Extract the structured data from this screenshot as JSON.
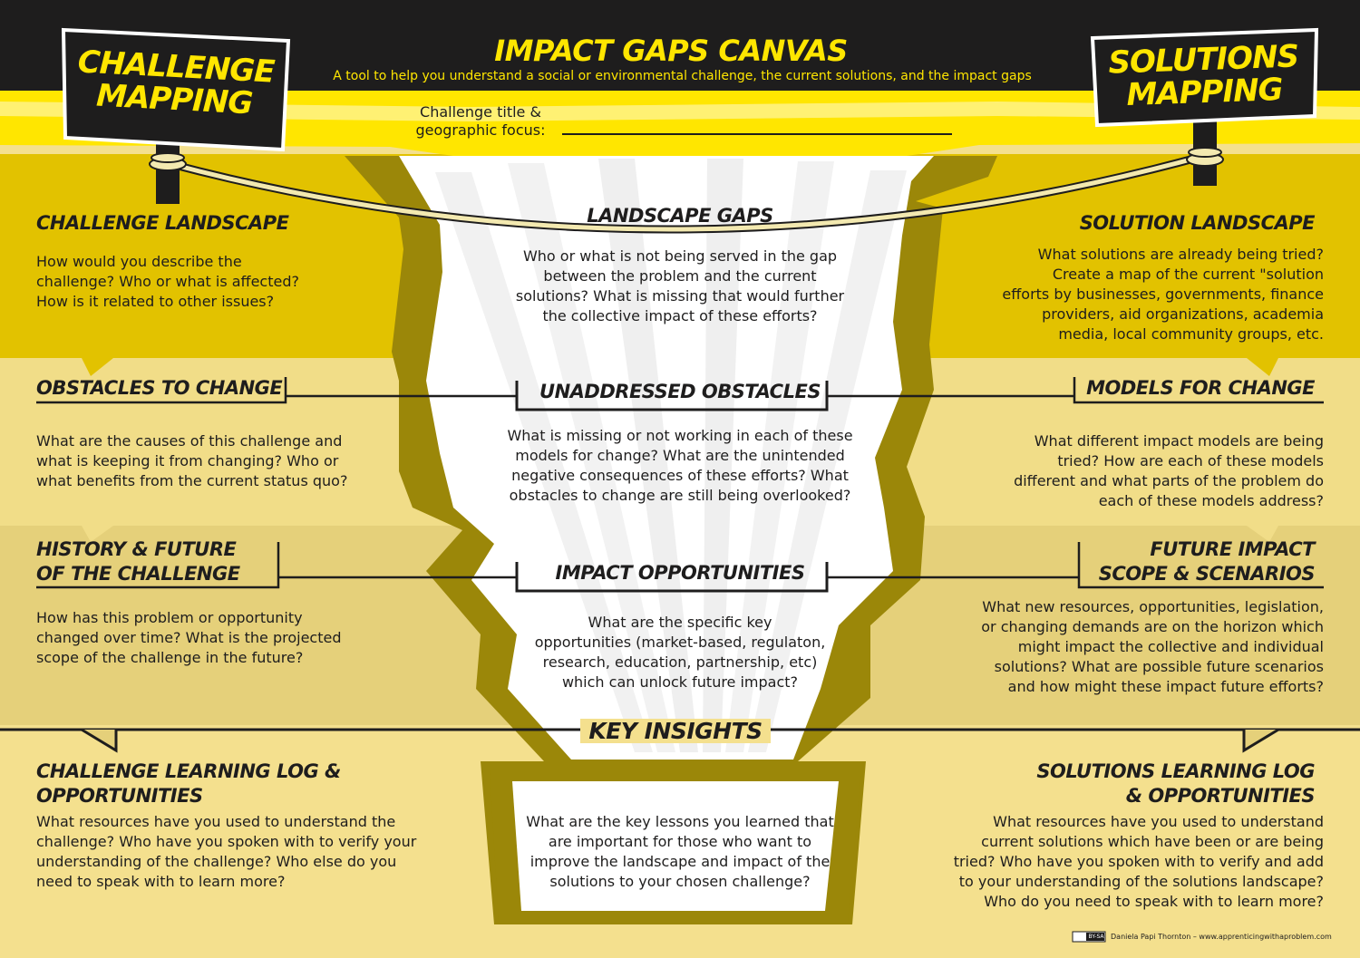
{
  "header": {
    "title": "IMPACT GAPS  CANVAS",
    "subtitle": "A tool to help you understand a social or environmental challenge, the current solutions, and the impact gaps",
    "field_label_line1": "Challenge title &",
    "field_label_line2": "geographic focus:"
  },
  "signs": {
    "left": {
      "line1": "CHALLENGE",
      "line2": "MAPPING"
    },
    "right": {
      "line1": "SOLUTIONS",
      "line2": "MAPPING"
    }
  },
  "left_sections": [
    {
      "title": "CHALLENGE LANDSCAPE",
      "lines": [
        "How would you describe the",
        "challenge? Who or what is affected?",
        "How is it related to other issues?"
      ]
    },
    {
      "title": "OBSTACLES TO CHANGE",
      "lines": [
        "What are the causes of this challenge and",
        "what is keeping it from changing? Who or",
        "what benefits from the current status quo?"
      ]
    },
    {
      "title_lines": [
        "HISTORY & FUTURE",
        "OF THE CHALLENGE"
      ],
      "lines": [
        "How has this problem or opportunity",
        "changed over time? What is the projected",
        "scope of the challenge in the future?"
      ]
    },
    {
      "title_lines": [
        "CHALLENGE LEARNING LOG &",
        "OPPORTUNITIES"
      ],
      "lines": [
        "What resources have you used to understand the",
        "challenge? Who have you spoken with to verify your",
        "understanding of the challenge? Who else do you",
        "need to speak with to learn more?"
      ]
    }
  ],
  "center_sections": [
    {
      "title": "LANDSCAPE GAPS",
      "lines": [
        "Who or what is not being served in the gap",
        "between the problem and the current",
        "solutions? What is missing that would further",
        "the collective impact of these efforts?"
      ]
    },
    {
      "title": "UNADDRESSED OBSTACLES",
      "lines": [
        "What is missing or not working in each of these",
        "models for change? What are the unintended",
        "negative consequences of these efforts? What",
        "obstacles to change are still being overlooked?"
      ]
    },
    {
      "title": "IMPACT OPPORTUNITIES",
      "lines": [
        "What are the specific key",
        "opportunities (market-based, regulaton,",
        "research, education, partnership, etc)",
        "which can unlock future impact?"
      ]
    },
    {
      "title": "KEY INSIGHTS",
      "lines": [
        "What are the key lessons you learned that",
        "are important for those who want to",
        "improve the landscape and impact of the",
        "solutions to your chosen challenge?"
      ]
    }
  ],
  "right_sections": [
    {
      "title": "SOLUTION LANDSCAPE",
      "lines": [
        "What solutions are already being tried?",
        "Create a map of the current \"solution",
        "efforts by businesses, governments, finance",
        "providers, aid organizations, academia",
        "media, local community groups, etc."
      ]
    },
    {
      "title": "MODELS FOR CHANGE",
      "lines": [
        "What different impact models are being",
        "tried? How are each of these models",
        "different and what parts of the problem do",
        "each of these models address?"
      ]
    },
    {
      "title_lines": [
        "FUTURE IMPACT",
        "SCOPE & SCENARIOS"
      ],
      "lines": [
        "What new resources, opportunities, legislation,",
        "or changing demands are on the horizon which",
        "might impact the collective and individual",
        "solutions? What are possible future scenarios",
        "and how might these impact future efforts?"
      ]
    },
    {
      "title_lines": [
        "SOLUTIONS LEARNING LOG",
        "& OPPORTUNITIES"
      ],
      "lines": [
        "What resources have you used to understand",
        "current solutions which have been or are being",
        "tried? Who have you spoken with to verify and add",
        "to your understanding of the solutions landscape?",
        "Who do you need to speak with to learn more?"
      ]
    }
  ],
  "footer": {
    "license_badge": "BY-SA",
    "credit": "Daniela Papi Thornton – www.apprenticingwithaproblem.com"
  },
  "colors": {
    "dark": "#1e1d1d",
    "yellow": "#ffe600",
    "band1": "#e2c200",
    "band2": "#f1dd88",
    "band3": "#e5d07a",
    "band4": "#f4e08e",
    "olive": "#9b8709",
    "funnel_white": "#ffffff"
  }
}
